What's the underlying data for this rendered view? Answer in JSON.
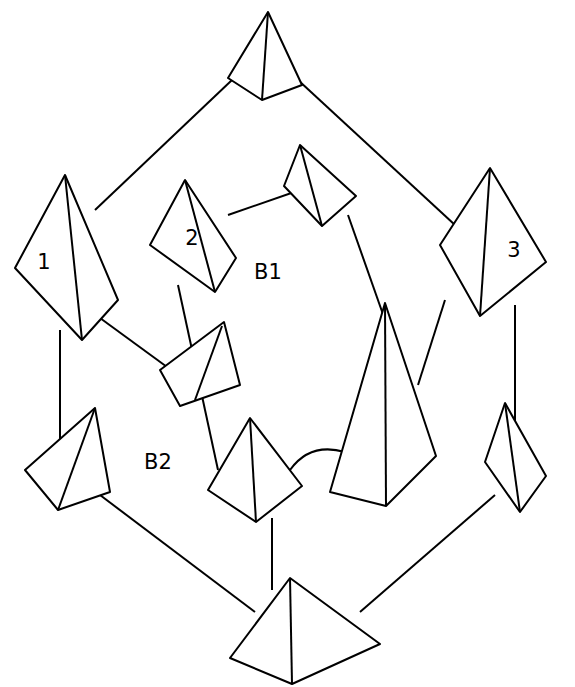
{
  "diagram": {
    "labels": [
      "1",
      "2",
      "3",
      "B1",
      "B2"
    ]
  }
}
